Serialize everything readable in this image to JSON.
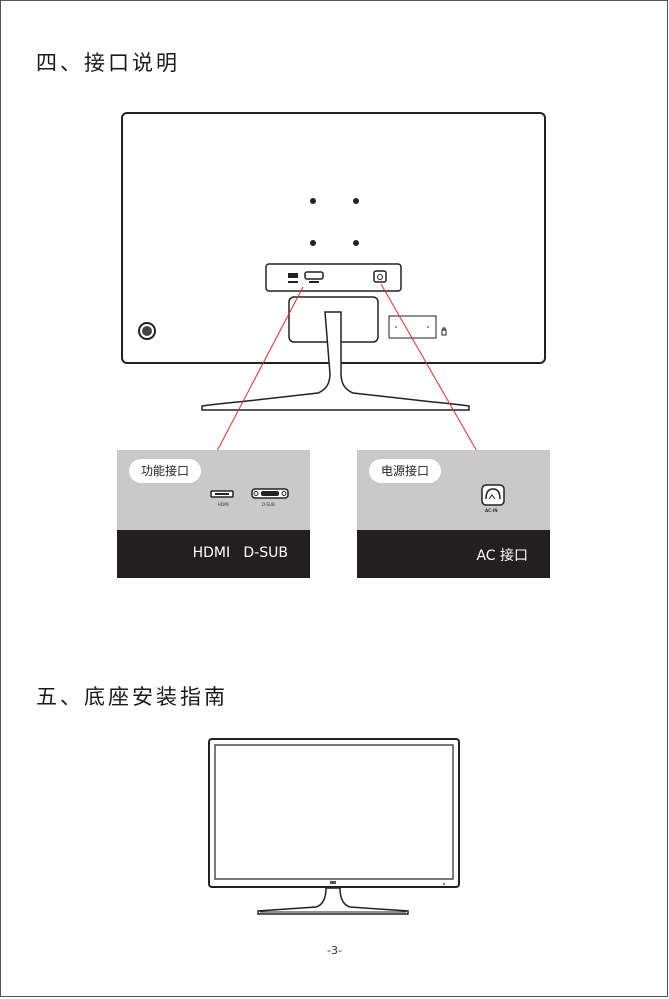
{
  "sections": {
    "interfaces_title": "四、接口说明",
    "stand_title": "五、底座安装指南"
  },
  "panels": {
    "function": {
      "label": "功能接口",
      "hdmi_small": "HDMI",
      "dsub_small": "D-SUB",
      "bottom_text": "HDMI   D-SUB"
    },
    "power": {
      "label": "电源接口",
      "ac_small": "AC-IN",
      "bottom_text": "AC 接口"
    }
  },
  "page": {
    "number": "-3-"
  }
}
